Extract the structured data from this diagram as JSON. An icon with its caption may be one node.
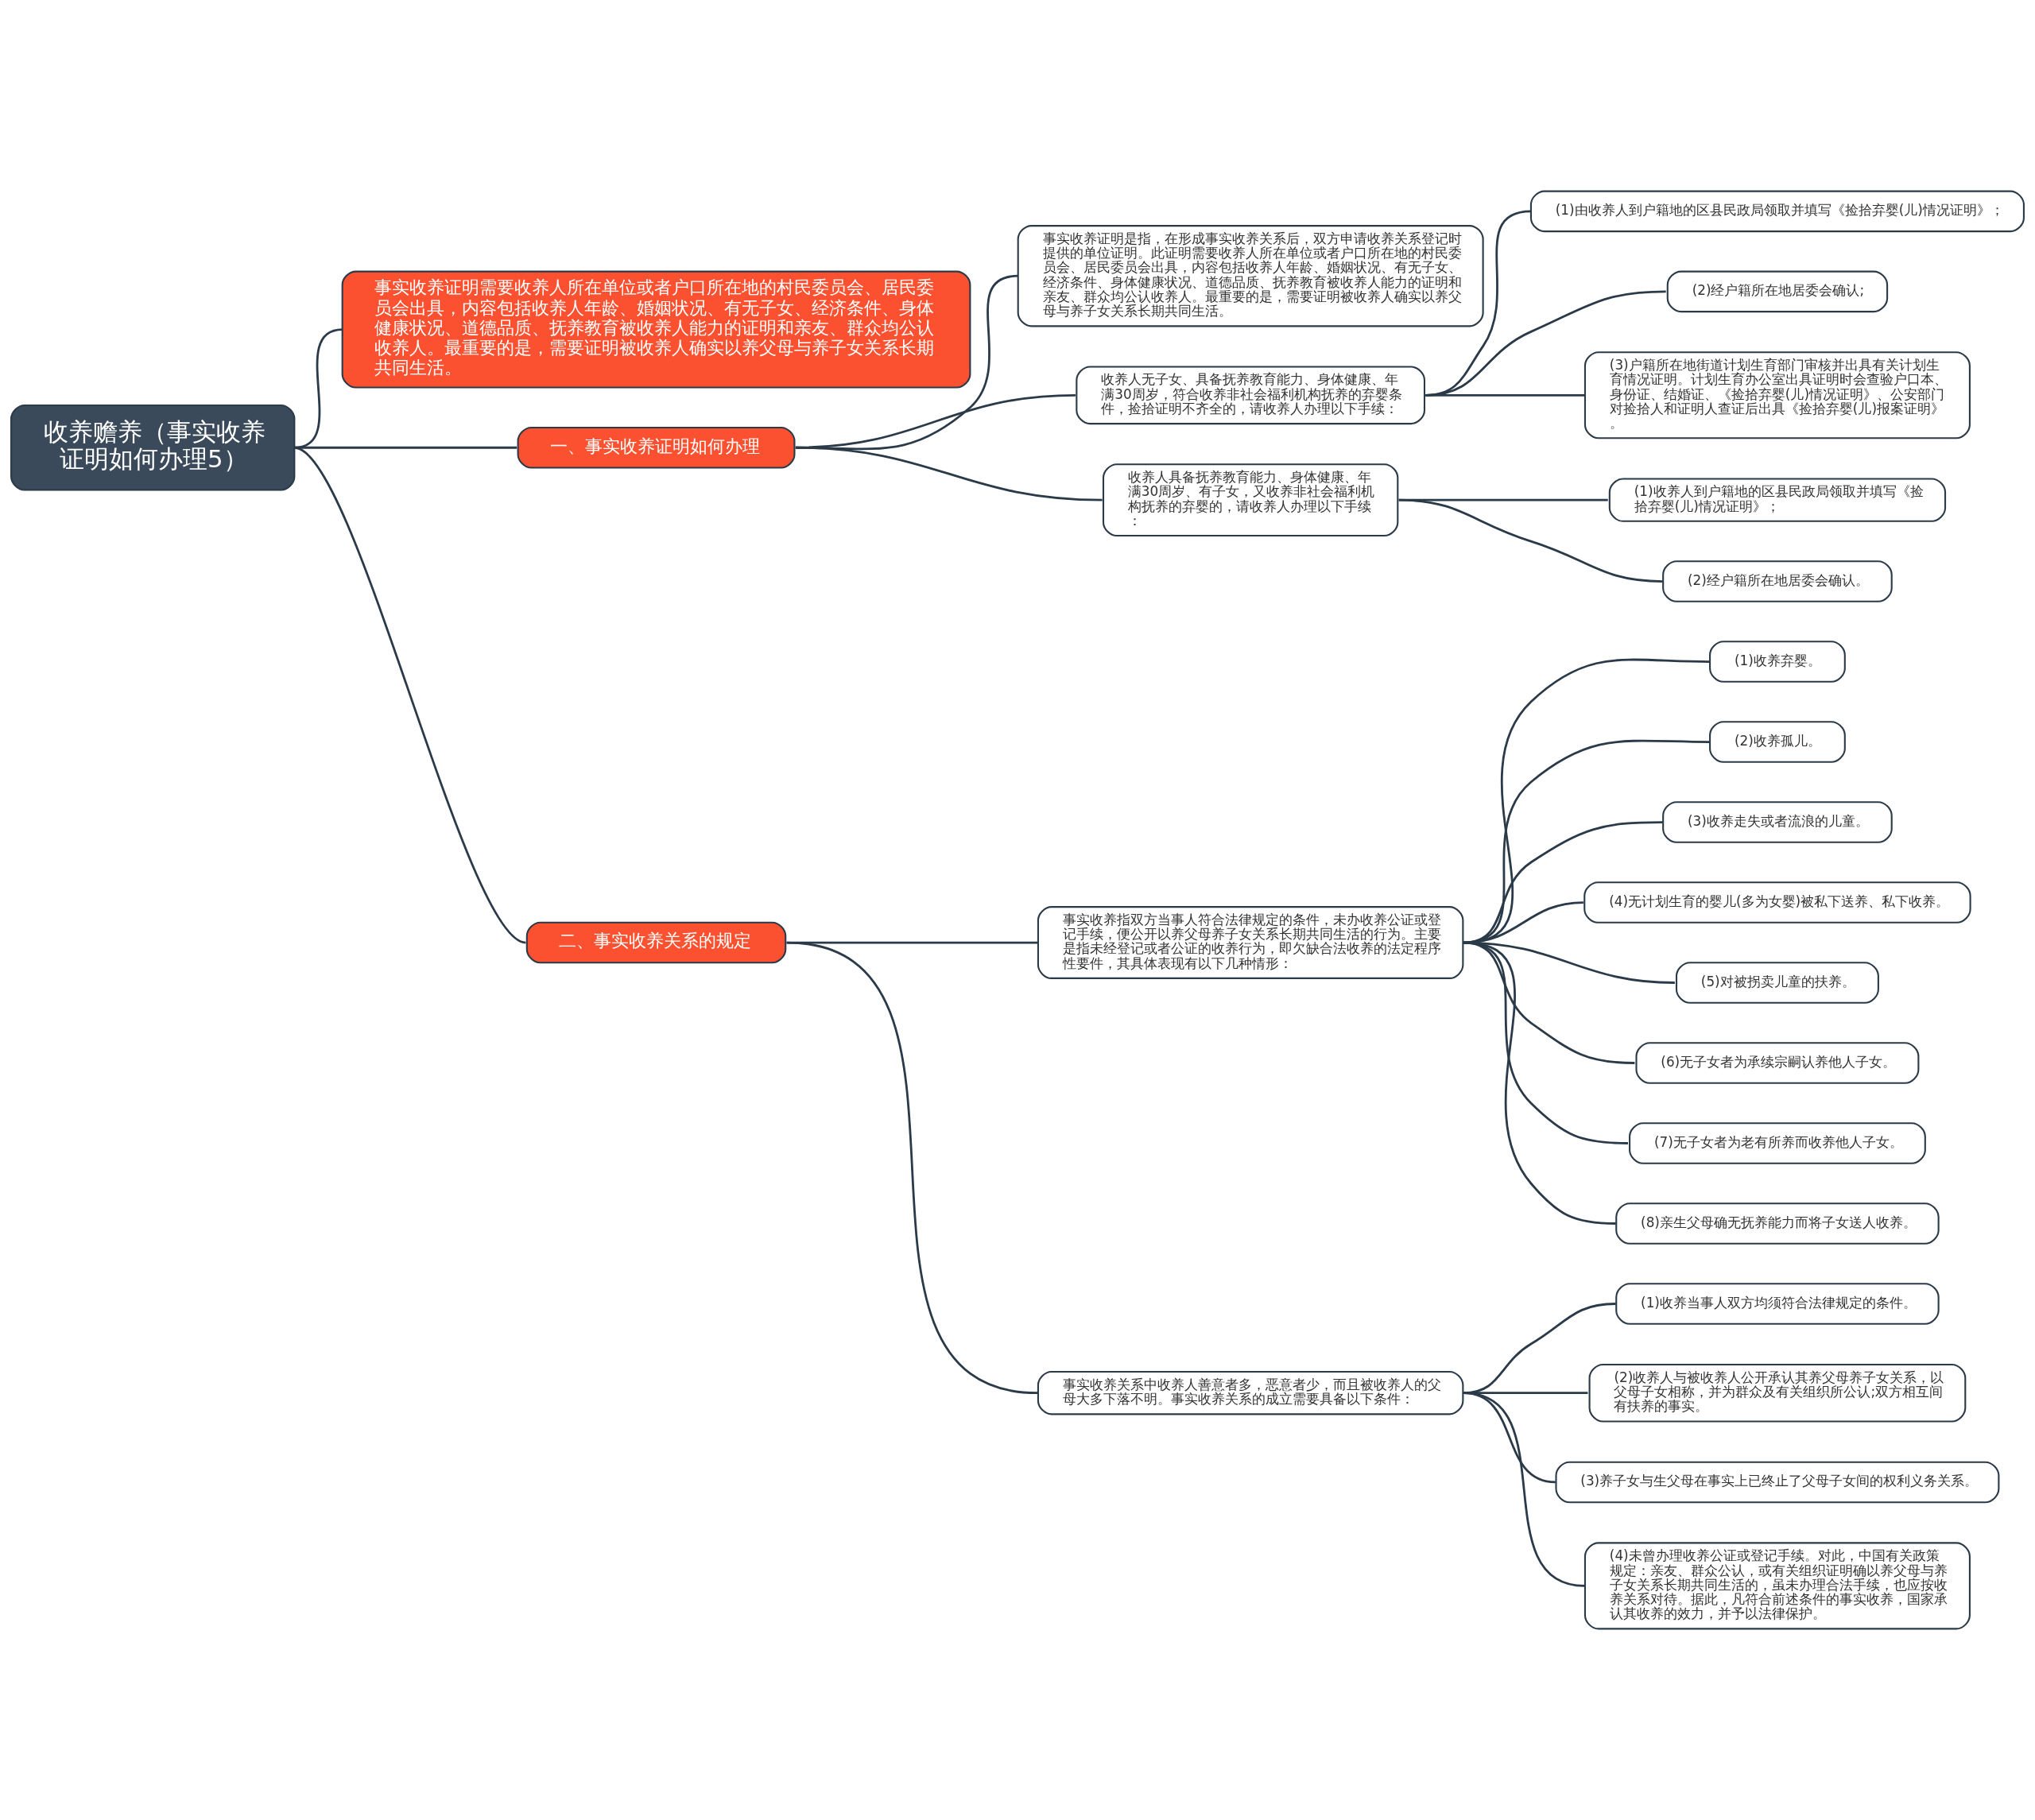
{
  "diagram": {
    "nodes": [
      {
        "text": [
          "收养赡养（事实收养证明如何办理5）"
        ]
      },
      {
        "text": [
          "事实收养证明需要收养人所在单位或者户口所在地的村民委员会、居民委员会出具，内容包括收养人年龄、婚姻状况、有无子女、经济条件、身体健康状况、道德品质、抚养教育被收养人能力的证明和亲友、群众均公认收养人。最重要的是，需要证明被收养人确实以养父母与养子女关系长期共同生活。"
        ]
      },
      {
        "text": [
          "一、事实收养证明如何办理"
        ]
      },
      {
        "text": [
          "事实收养证明是指，在形成事实收养关系后，双方申请收养关系登记时提供的单位证明。此证明需要收养人所在单位或者户口所在地的村民委员会、居民委员会出具，内容包括收养人年龄、婚姻状况、有无子女、经济条件、身体健康状况、道德品质、抚养教育被收养人能力的证明和亲友、群众均公认收养人。最重要的是，需要证明被收养人确实以养父母与养子女关系长期共同生活。"
        ]
      },
      {
        "text": [
          "收养人无子女、具备抚养教育能力、身体健康、年满30周岁，符合收养非社会福利机构抚养的弃婴条件，捡拾证明不齐全的，请收养人办理以下手续："
        ]
      },
      {
        "text": [
          "(1)由收养人到户籍地的区县民政局领取并填写《捡拾弃婴(儿)情况证明》；"
        ]
      },
      {
        "text": [
          "(2)经户籍所在地居委会确认;"
        ]
      },
      {
        "text": [
          "(3)户籍所在地街道计划生育部门审核并出具有关计划生育情况证明。计划生育办公室出具证明时会查验户口本、身份证、结婚证、《捡拾弃婴(儿)情况证明》、公安部门对捡拾人和证明人查证后出具《捡拾弃婴(儿)报案证明》。"
        ]
      },
      {
        "text": [
          "收养人具备抚养教育能力、身体健康、年满30周岁、有子女，又收养非社会福利机构抚养的弃婴的，请收养人办理以下手续："
        ]
      },
      {
        "text": [
          "(1)收养人到户籍地的区县民政局领取并填写《捡拾弃婴(儿)情况证明》；"
        ]
      },
      {
        "text": [
          "(2)经户籍所在地居委会确认。"
        ]
      },
      {
        "text": [
          "二、事实收养关系的规定"
        ]
      },
      {
        "text": [
          "事实收养指双方当事人符合法律规定的条件，未办收养公证或登记手续，便公开以养父母养子女关系长期共同生活的行为。主要是指未经登记或者公证的收养行为，即欠缺合法收养的法定程序性要件，其具体表现有以下几种情形："
        ]
      },
      {
        "text": [
          "(1)收养弃婴。"
        ]
      },
      {
        "text": [
          "(2)收养孤儿。"
        ]
      },
      {
        "text": [
          "(3)收养走失或者流浪的儿童。"
        ]
      },
      {
        "text": [
          "(4)无计划生育的婴儿(多为女婴)被私下送养、私下收养。"
        ]
      },
      {
        "text": [
          "(5)对被拐卖儿童的扶养。"
        ]
      },
      {
        "text": [
          "(6)无子女者为承续宗嗣认养他人子女。"
        ]
      },
      {
        "text": [
          "(7)无子女者为老有所养而收养他人子女。"
        ]
      },
      {
        "text": [
          "(8)亲生父母确无抚养能力而将子女送人收养。"
        ]
      },
      {
        "text": [
          "事实收养关系中收养人善意者多，恶意者少，而且被收养人的父母大多下落不明。事实收养关系的成立需要具备以下条件："
        ]
      },
      {
        "text": [
          "(1)收养当事人双方均须符合法律规定的条件。"
        ]
      },
      {
        "text": [
          "(2)收养人与被收养人公开承认其养父母养子女关系，以父母子女相称，并为群众及有关组织所公认;双方相互间有扶养的事实。"
        ]
      },
      {
        "text": [
          "(3)养子女与生父母在事实上已终止了父母子女间的权利义务关系。"
        ]
      },
      {
        "text": [
          "(4)未曾办理收养公证或登记手续。对此，中国有关政策规定：亲友、群众公认，或有关组织证明确以养父母与养子女关系长期共同生活的，虽未办理合法手续，也应按收养关系对待。据此，凡符合前述条件的事实收养，国家承认其收养的效力，并予以法律保护。"
        ]
      }
    ],
    "edges": [
      {
        "from": 0,
        "to": 1,
        "arrow": "none"
      },
      {
        "from": 0,
        "to": 2,
        "arrow": "none"
      },
      {
        "from": 0,
        "to": 11,
        "arrow": "none"
      },
      {
        "from": 2,
        "to": 3,
        "arrow": "none"
      },
      {
        "from": 2,
        "to": 4,
        "arrow": "none"
      },
      {
        "from": 2,
        "to": 8,
        "arrow": "none"
      },
      {
        "from": 4,
        "to": 5,
        "arrow": "none"
      },
      {
        "from": 4,
        "to": 6,
        "arrow": "none"
      },
      {
        "from": 4,
        "to": 7,
        "arrow": "none"
      },
      {
        "from": 8,
        "to": 9,
        "arrow": "none"
      },
      {
        "from": 8,
        "to": 10,
        "arrow": "none"
      },
      {
        "from": 11,
        "to": 12,
        "arrow": "none"
      },
      {
        "from": 11,
        "to": 21,
        "arrow": "none"
      },
      {
        "from": 12,
        "to": 13,
        "arrow": "none"
      },
      {
        "from": 12,
        "to": 14,
        "arrow": "none"
      },
      {
        "from": 12,
        "to": 15,
        "arrow": "none"
      },
      {
        "from": 12,
        "to": 16,
        "arrow": "none"
      },
      {
        "from": 12,
        "to": 17,
        "arrow": "none"
      },
      {
        "from": 12,
        "to": 18,
        "arrow": "none"
      },
      {
        "from": 12,
        "to": 19,
        "arrow": "none"
      },
      {
        "from": 12,
        "to": 20,
        "arrow": "none"
      },
      {
        "from": 21,
        "to": 22,
        "arrow": "none"
      },
      {
        "from": 21,
        "to": 23,
        "arrow": "none"
      },
      {
        "from": 21,
        "to": 24,
        "arrow": "none"
      },
      {
        "from": 21,
        "to": 25,
        "arrow": "none"
      }
    ]
  }
}
